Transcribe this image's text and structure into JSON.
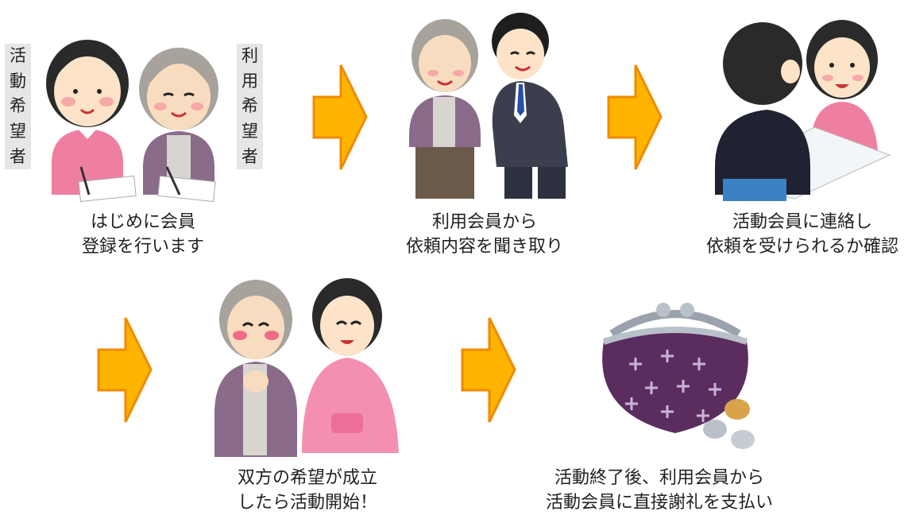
{
  "labels": {
    "left_vertical": [
      "活",
      "動",
      "希",
      "望",
      "者"
    ],
    "right_vertical": [
      "利",
      "用",
      "希",
      "望",
      "者"
    ]
  },
  "steps": [
    {
      "line1": "はじめに会員",
      "line2": "登録を行います"
    },
    {
      "line1": "利用会員から",
      "line2": "依頼内容を聞き取り"
    },
    {
      "line1": "活動会員に連絡し",
      "line2": "依頼を受けられるか確認"
    },
    {
      "line1": "双方の希望が成立",
      "line2": "したら活動開始！"
    },
    {
      "line1": "活動終了後、利用会員から",
      "line2": "活動会員に直接謝礼を支払い"
    }
  ],
  "colors": {
    "arrow_fill": "#ffb400",
    "arrow_stroke": "#f08a00",
    "label_bg": "#e6e6e6",
    "pink": "#ef7fa0",
    "purple": "#8a6b8a"
  }
}
